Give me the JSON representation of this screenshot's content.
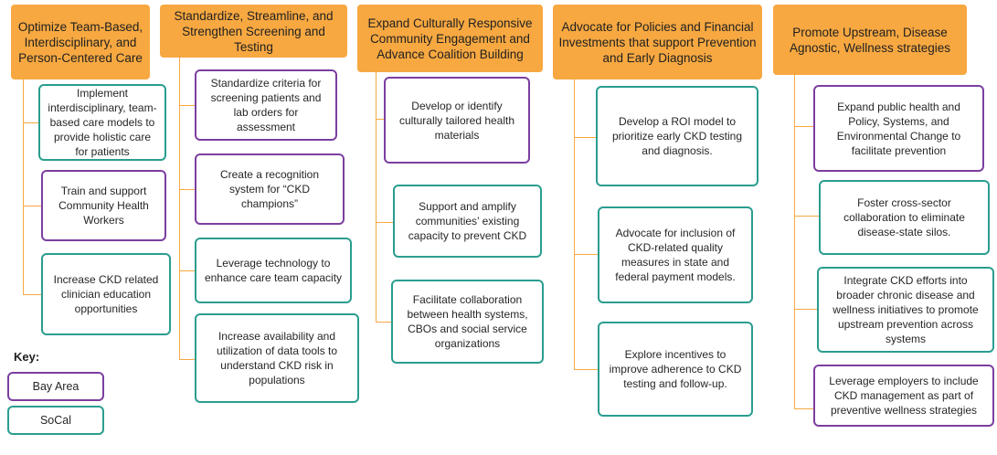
{
  "columns": [
    {
      "header": "Optimize Team-Based, Interdisciplinary, and Person-Centered Care",
      "items": [
        {
          "text": "Implement interdisciplinary, team-based care models to provide holistic care for patients",
          "region": "socal"
        },
        {
          "text": "Train and support Community Health Workers",
          "region": "bay"
        },
        {
          "text": "Increase CKD related clinician education opportunities",
          "region": "socal"
        }
      ]
    },
    {
      "header": "Standardize, Streamline, and Strengthen Screening and Testing",
      "items": [
        {
          "text": "Standardize criteria for screening patients and lab orders for assessment",
          "region": "bay"
        },
        {
          "text": "Create a recognition system for “CKD champions”",
          "region": "bay"
        },
        {
          "text": "Leverage technology to enhance care team capacity",
          "region": "socal"
        },
        {
          "text": "Increase availability and utilization of data tools to understand CKD risk in populations",
          "region": "socal"
        }
      ]
    },
    {
      "header": "Expand Culturally Responsive Community Engagement and Advance Coalition Building",
      "items": [
        {
          "text": "Develop or identify culturally tailored health materials",
          "region": "bay"
        },
        {
          "text": "Support and amplify communities’ existing capacity to prevent CKD",
          "region": "socal"
        },
        {
          "text": "Facilitate collaboration between health systems, CBOs and social service organizations",
          "region": "socal"
        }
      ]
    },
    {
      "header": "Advocate for Policies and Financial Investments that support Prevention and Early Diagnosis",
      "items": [
        {
          "text": "Develop a ROI model to prioritize early CKD testing and diagnosis.",
          "region": "socal"
        },
        {
          "text": "Advocate for inclusion of CKD-related quality measures in state and federal payment models.",
          "region": "socal"
        },
        {
          "text": "Explore incentives to improve adherence to CKD testing and follow-up.",
          "region": "socal"
        }
      ]
    },
    {
      "header": "Promote Upstream, Disease Agnostic, Wellness strategies",
      "items": [
        {
          "text": "Expand public health and Policy, Systems, and Environmental Change to facilitate prevention",
          "region": "bay"
        },
        {
          "text": "Foster cross-sector collaboration to eliminate disease-state silos.",
          "region": "socal"
        },
        {
          "text": "Integrate CKD efforts into broader chronic disease and wellness initiatives to promote upstream prevention across systems",
          "region": "socal"
        },
        {
          "text": "Leverage employers to include CKD management as part of preventive wellness strategies",
          "region": "bay"
        }
      ]
    }
  ],
  "key": {
    "title": "Key:",
    "bay_label": "Bay Area",
    "socal_label": "SoCal"
  },
  "colors": {
    "header": "#f7a841",
    "bay_border": "#7b3fa0",
    "socal_border": "#2a9d8f",
    "connector": "#f7a841"
  }
}
